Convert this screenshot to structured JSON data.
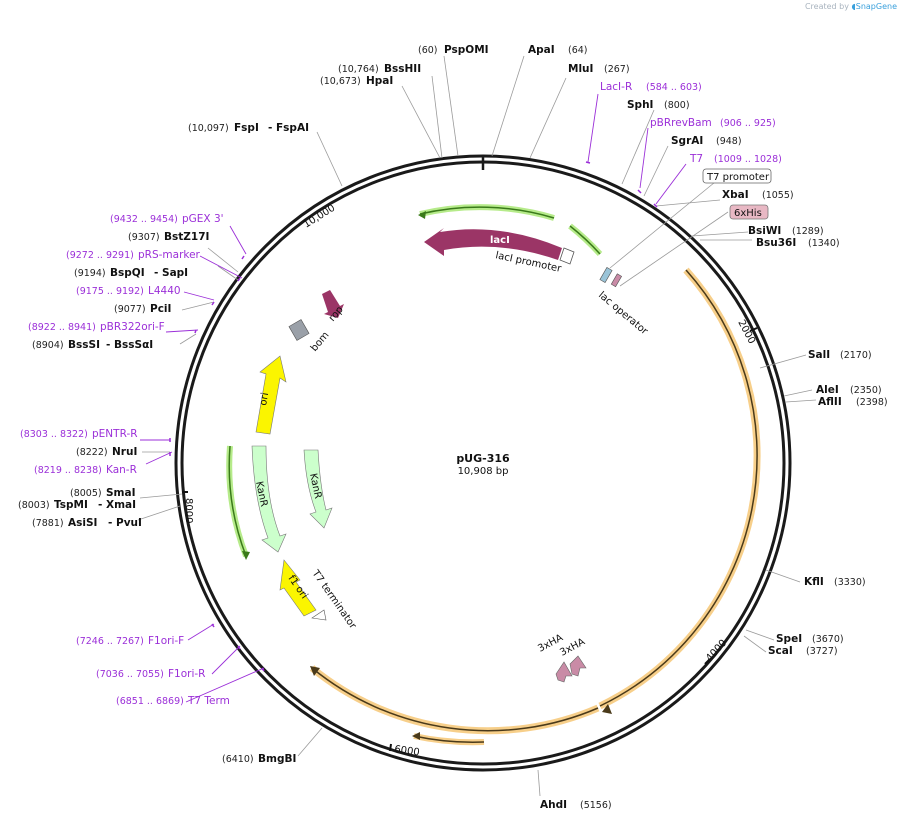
{
  "credit": {
    "prefix": "Created by",
    "brand": "SnapGene"
  },
  "plasmid": {
    "name": "pUG-316",
    "size": "10,908 bp"
  },
  "ticks": [
    "2000",
    "4000",
    "6000",
    "8000",
    "10,000"
  ],
  "enzymes": [
    {
      "id": "pspomi",
      "pos": "(60)",
      "name": "PspOMI"
    },
    {
      "id": "apai",
      "pos": "(64)",
      "name": "ApaI"
    },
    {
      "id": "mlui",
      "pos": "(267)",
      "name": "MluI"
    },
    {
      "id": "sphi",
      "pos": "(800)",
      "name": "SphI"
    },
    {
      "id": "sgrai",
      "pos": "(948)",
      "name": "SgrAI"
    },
    {
      "id": "xbai",
      "pos": "(1055)",
      "name": "XbaI"
    },
    {
      "id": "bsiwi",
      "pos": "(1289)",
      "name": "BsiWI"
    },
    {
      "id": "bsu36i",
      "pos": "(1340)",
      "name": "Bsu36I"
    },
    {
      "id": "sali",
      "pos": "(2170)",
      "name": "SalI"
    },
    {
      "id": "alei",
      "pos": "(2350)",
      "name": "AleI"
    },
    {
      "id": "aflii",
      "pos": "(2398)",
      "name": "AflII"
    },
    {
      "id": "kfli",
      "pos": "(3330)",
      "name": "KflI"
    },
    {
      "id": "spei",
      "pos": "(3670)",
      "name": "SpeI"
    },
    {
      "id": "scai",
      "pos": "(3727)",
      "name": "ScaI"
    },
    {
      "id": "ahdi",
      "pos": "(5156)",
      "name": "AhdI"
    },
    {
      "id": "bmgbi",
      "pos": "(6410)",
      "name": "BmgBI"
    },
    {
      "id": "asisi",
      "pos": "(7881)",
      "name": "AsiSI",
      "alt": "- PvuI"
    },
    {
      "id": "tspmi",
      "pos": "(8003)",
      "name": "TspMI",
      "alt": "- XmaI"
    },
    {
      "id": "smai",
      "pos": "(8005)",
      "name": "SmaI"
    },
    {
      "id": "srui",
      "pos": "(8222)",
      "name": "NruI"
    },
    {
      "id": "bsssi",
      "pos": "(8904)",
      "name": "BssSI",
      "alt": "- BssSαI"
    },
    {
      "id": "pcii",
      "pos": "(9077)",
      "name": "PciI"
    },
    {
      "id": "bspqi",
      "pos": "(9194)",
      "name": "BspQI",
      "alt": "- SapI"
    },
    {
      "id": "bstz17i",
      "pos": "(9307)",
      "name": "BstZ17I"
    },
    {
      "id": "fspi",
      "pos": "(10,097)",
      "name": "FspI",
      "alt": "- FspAI"
    },
    {
      "id": "hpai",
      "pos": "(10,673)",
      "name": "HpaI"
    },
    {
      "id": "bsshii",
      "pos": "(10,764)",
      "name": "BssHII"
    }
  ],
  "primers": [
    {
      "id": "laci-r",
      "name": "LacI-R",
      "pos": "(584 .. 603)"
    },
    {
      "id": "pbrrevbam",
      "name": "pBRrevBam",
      "pos": "(906 .. 925)"
    },
    {
      "id": "t7",
      "name": "T7",
      "pos": "(1009 .. 1028)"
    },
    {
      "id": "pgex3",
      "name": "pGEX 3'",
      "pos": "(9432 .. 9454)"
    },
    {
      "id": "prs",
      "name": "pRS-marker",
      "pos": "(9272 .. 9291)"
    },
    {
      "id": "l4440",
      "name": "L4440",
      "pos": "(9175 .. 9192)"
    },
    {
      "id": "pbr322",
      "name": "pBR322ori-F",
      "pos": "(8922 .. 8941)"
    },
    {
      "id": "pentr",
      "name": "pENTR-R",
      "pos": "(8303 .. 8322)"
    },
    {
      "id": "kanr-p",
      "name": "Kan-R",
      "pos": "(8219 .. 8238)"
    },
    {
      "id": "f1orif",
      "name": "F1ori-F",
      "pos": "(7246 .. 7267)"
    },
    {
      "id": "f1orir",
      "name": "F1ori-R",
      "pos": "(7036 .. 7055)"
    },
    {
      "id": "t7term",
      "name": "T7 Term",
      "pos": "(6851 .. 6869)"
    }
  ],
  "boxed_labels": {
    "t7_promoter": "T7 promoter",
    "his": "6xHis"
  },
  "features": {
    "laci": "lacI",
    "laci_promoter": "lacI promoter",
    "lac_operator": "lac operator",
    "bom": "bom",
    "rop": "rop",
    "ori": "ori",
    "kanr1": "KanR",
    "kanr2": "KanR",
    "f1ori": "f1 ori",
    "t7_terminator": "T7 terminator",
    "ha1": "3xHA",
    "ha2": "3xHA"
  },
  "colors": {
    "backbone": "#1a1a1a",
    "laci": "#9b3566",
    "ori": "#fbf500",
    "kanr": "#ccffcc",
    "orf_glow": "#f7cf8a",
    "orf_line": "#4a3a1a",
    "green_glow": "#b6eb8a",
    "green_line": "#3a7a1a",
    "ha": "#c98ba6",
    "bom": "#9aa0a8",
    "primer": "#9b2fd8",
    "his_box": "#e8b8c4"
  }
}
